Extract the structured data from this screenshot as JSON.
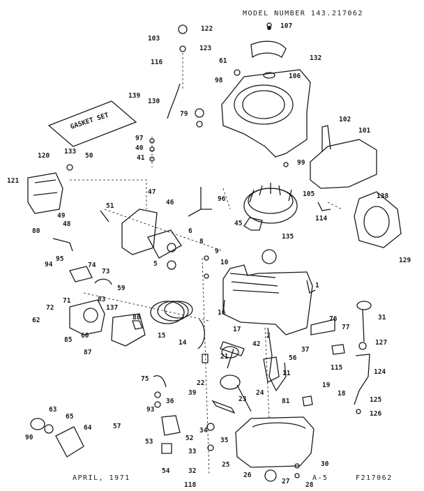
{
  "header": {
    "model": "MODEL NUMBER 143.217062"
  },
  "footer": {
    "date": "APRIL, 1971",
    "page": "A-5",
    "ref": "F217062"
  },
  "gasket_set_label": "GASKET SET",
  "callouts": [
    "1",
    "2",
    "5",
    "6",
    "8",
    "9",
    "10",
    "11",
    "14",
    "15",
    "16",
    "17",
    "18",
    "19",
    "21",
    "22",
    "23",
    "24",
    "25",
    "26",
    "27",
    "28",
    "30",
    "31",
    "32",
    "33",
    "34",
    "35",
    "36",
    "37",
    "39",
    "40",
    "41",
    "42",
    "45",
    "46",
    "47",
    "48",
    "49",
    "50",
    "51",
    "52",
    "53",
    "54",
    "56",
    "57",
    "59",
    "60",
    "61",
    "62",
    "63",
    "64",
    "65",
    "71",
    "72",
    "73",
    "74",
    "75",
    "76",
    "77",
    "79",
    "80",
    "81",
    "83",
    "85",
    "87",
    "88",
    "90",
    "93",
    "94",
    "95",
    "96",
    "97",
    "98",
    "99",
    "101",
    "102",
    "103",
    "105",
    "106",
    "107",
    "114",
    "115",
    "116",
    "118",
    "120",
    "121",
    "122",
    "123",
    "124",
    "125",
    "126",
    "127",
    "129",
    "130",
    "132",
    "133",
    "135",
    "137",
    "138",
    "139"
  ]
}
